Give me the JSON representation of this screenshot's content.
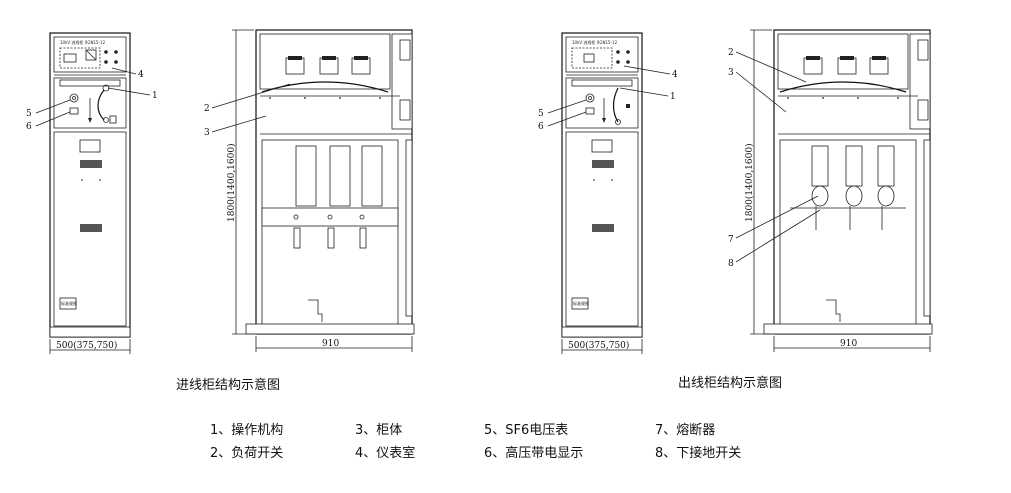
{
  "captions": {
    "incoming": "进线柜结构示意图",
    "outgoing": "出线柜结构示意图"
  },
  "dimensions": {
    "front_width": "500(375,750)",
    "side_width": "910",
    "height": "1800(1400,1600)"
  },
  "panel_text": {
    "header_line": "10kV    进线柜    XGN15-12",
    "nameplate": "标准规格"
  },
  "callout_numbers": [
    "1",
    "2",
    "3",
    "4",
    "5",
    "6",
    "7",
    "8"
  ],
  "legend": [
    {
      "id": "legend-item-1",
      "text": "1、操作机构"
    },
    {
      "id": "legend-item-2",
      "text": "2、负荷开关"
    },
    {
      "id": "legend-item-3",
      "text": "3、柜体"
    },
    {
      "id": "legend-item-4",
      "text": "4、仪表室"
    },
    {
      "id": "legend-item-5",
      "text": "5、SF6电压表"
    },
    {
      "id": "legend-item-6",
      "text": "6、高压带电显示"
    },
    {
      "id": "legend-item-7",
      "text": "7、熔断器"
    },
    {
      "id": "legend-item-8",
      "text": "8、下接地开关"
    }
  ]
}
